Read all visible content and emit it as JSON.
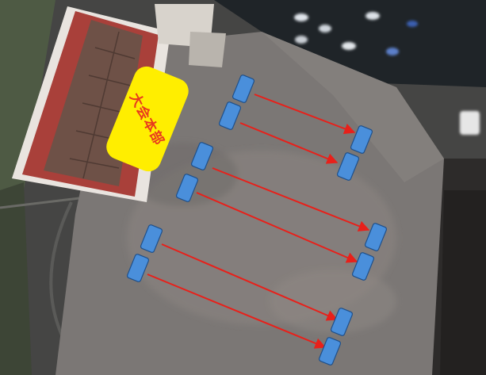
{
  "map": {
    "type": "aerial-satellite-site-plan",
    "headquarters_label": "大会本部",
    "colors": {
      "lot_surface": "#7b7775",
      "hq_fill": "#ffee00",
      "hq_text": "#e83a1e",
      "marker_fill": "#4a8fdb",
      "arrow": "#e8201a",
      "rooftop_red": "#b8473c"
    },
    "features": [
      "parking-lot",
      "red-roof-building",
      "headquarters-marker",
      "course-markers",
      "course-arrows",
      "parked-cars"
    ],
    "courses": [
      {
        "from": "marker-start-1",
        "to": "marker-end-1"
      },
      {
        "from": "marker-start-2",
        "to": "marker-end-2"
      },
      {
        "from": "marker-start-3",
        "to": "marker-end-3"
      },
      {
        "from": "marker-start-4",
        "to": "marker-end-4"
      },
      {
        "from": "marker-start-5",
        "to": "marker-end-5"
      },
      {
        "from": "marker-start-6",
        "to": "marker-end-6"
      }
    ]
  }
}
